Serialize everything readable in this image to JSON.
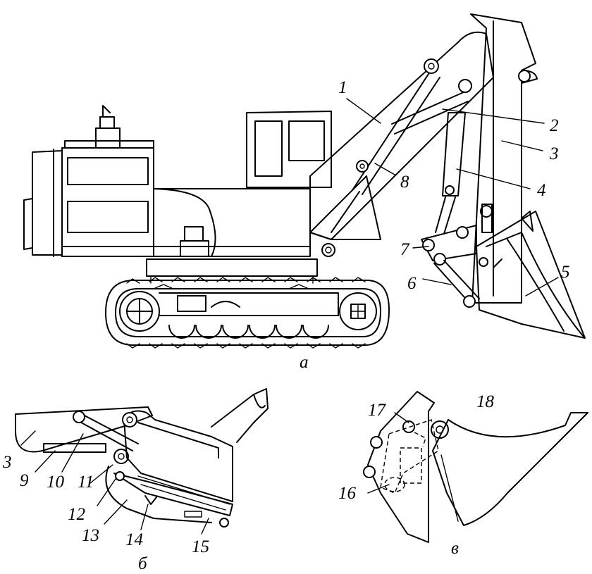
{
  "figure": {
    "panels": [
      {
        "id": "a",
        "label": "а"
      },
      {
        "id": "b",
        "label": "б"
      },
      {
        "id": "v",
        "label": "в"
      }
    ],
    "callouts": [
      "1",
      "2",
      "3",
      "4",
      "5",
      "6",
      "7",
      "8",
      "9",
      "10",
      "11",
      "12",
      "13",
      "14",
      "15",
      "16",
      "17",
      "18"
    ]
  }
}
